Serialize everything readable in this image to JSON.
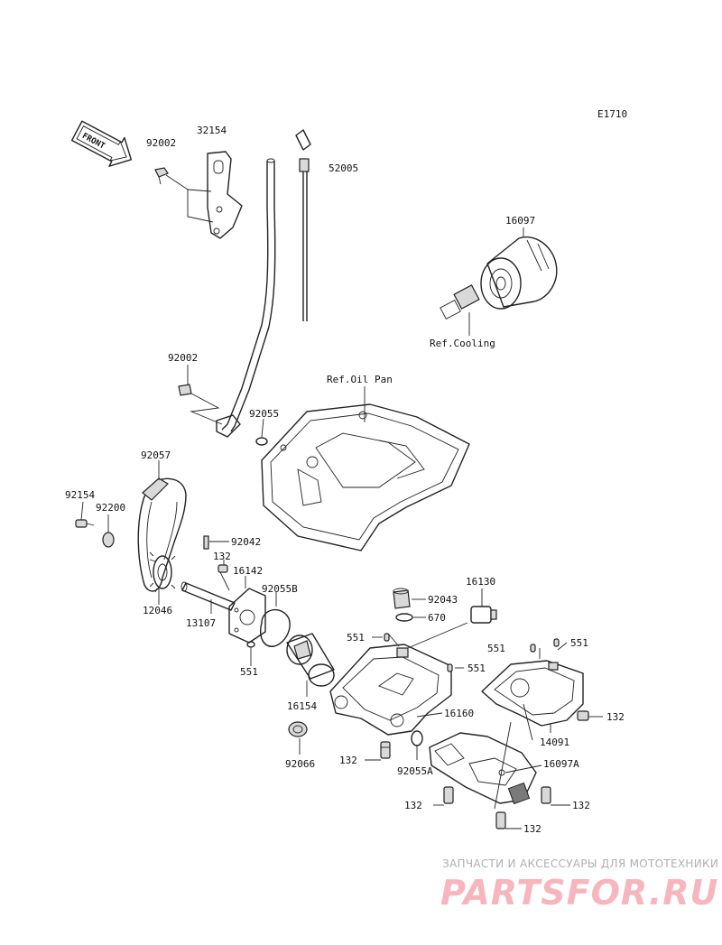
{
  "diagram": {
    "code": "E1710",
    "front_label": "FRONT",
    "callouts": {
      "p92002_top": "92002",
      "p32154": "32154",
      "p52005": "52005",
      "p16097": "16097",
      "ref_cooling": "Ref.Cooling",
      "p92002_mid": "92002",
      "ref_oil_pan": "Ref.Oil Pan",
      "p92055": "92055",
      "p92057": "92057",
      "p92154": "92154",
      "p92200": "92200",
      "p92042": "92042",
      "p132_a": "132",
      "p16142": "16142",
      "p92055B": "92055B",
      "p12046": "12046",
      "p13107": "13107",
      "p551_a": "551",
      "p16130": "16130",
      "p92043": "92043",
      "p670": "670",
      "p551_b": "551",
      "p551_c": "551",
      "p551_d": "551",
      "p551_e": "551",
      "p16154": "16154",
      "p16160": "16160",
      "p132_b": "132",
      "p14091": "14091",
      "p92066": "92066",
      "p132_c": "132",
      "p92055A": "92055A",
      "p16097A": "16097A",
      "p132_d": "132",
      "p132_e": "132",
      "p132_f": "132"
    }
  },
  "watermark": {
    "tagline": "ЗАПЧАСТИ И АКСЕССУАРЫ ДЛЯ МОТОТЕХНИКИ",
    "logo": "PARTSFOR.RU"
  }
}
